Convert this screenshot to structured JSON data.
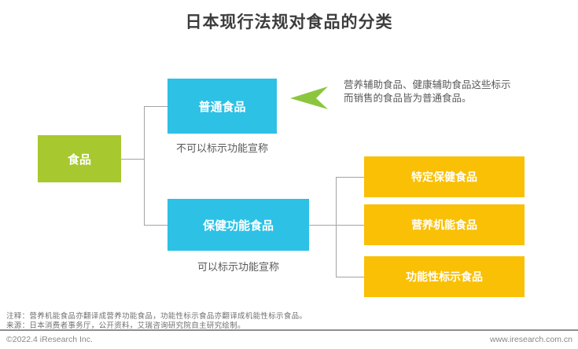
{
  "title": "日本现行法规对食品的分类",
  "colors": {
    "green": "#a7c82f",
    "arrow_green": "#8cc63e",
    "cyan": "#2dc1e6",
    "yellow": "#f9c005",
    "line": "#a3a3a3"
  },
  "diagram": {
    "root": {
      "label": "食品"
    },
    "level2": [
      {
        "label": "普通食品",
        "caption": "不可以标示功能宣称"
      },
      {
        "label": "保健功能食品",
        "caption": "可以标示功能宣称"
      }
    ],
    "annotation": {
      "line1": "营养辅助食品、健康辅助食品这些标示",
      "line2": "而销售的食品皆为普通食品。"
    },
    "level3": [
      {
        "label": "特定保健食品"
      },
      {
        "label": "营养机能食品"
      },
      {
        "label": "功能性标示食品"
      }
    ]
  },
  "footer": {
    "note": "注释：营养机能食品亦翻译成营养功能食品，功能性标示食品亦翻译成机能性标示食品。",
    "source": "来源：日本消费者事务厅，公开资料，艾瑞咨询研究院自主研究绘制。",
    "copyright": "©2022.4 iResearch Inc.",
    "website": "www.iresearch.com.cn"
  }
}
